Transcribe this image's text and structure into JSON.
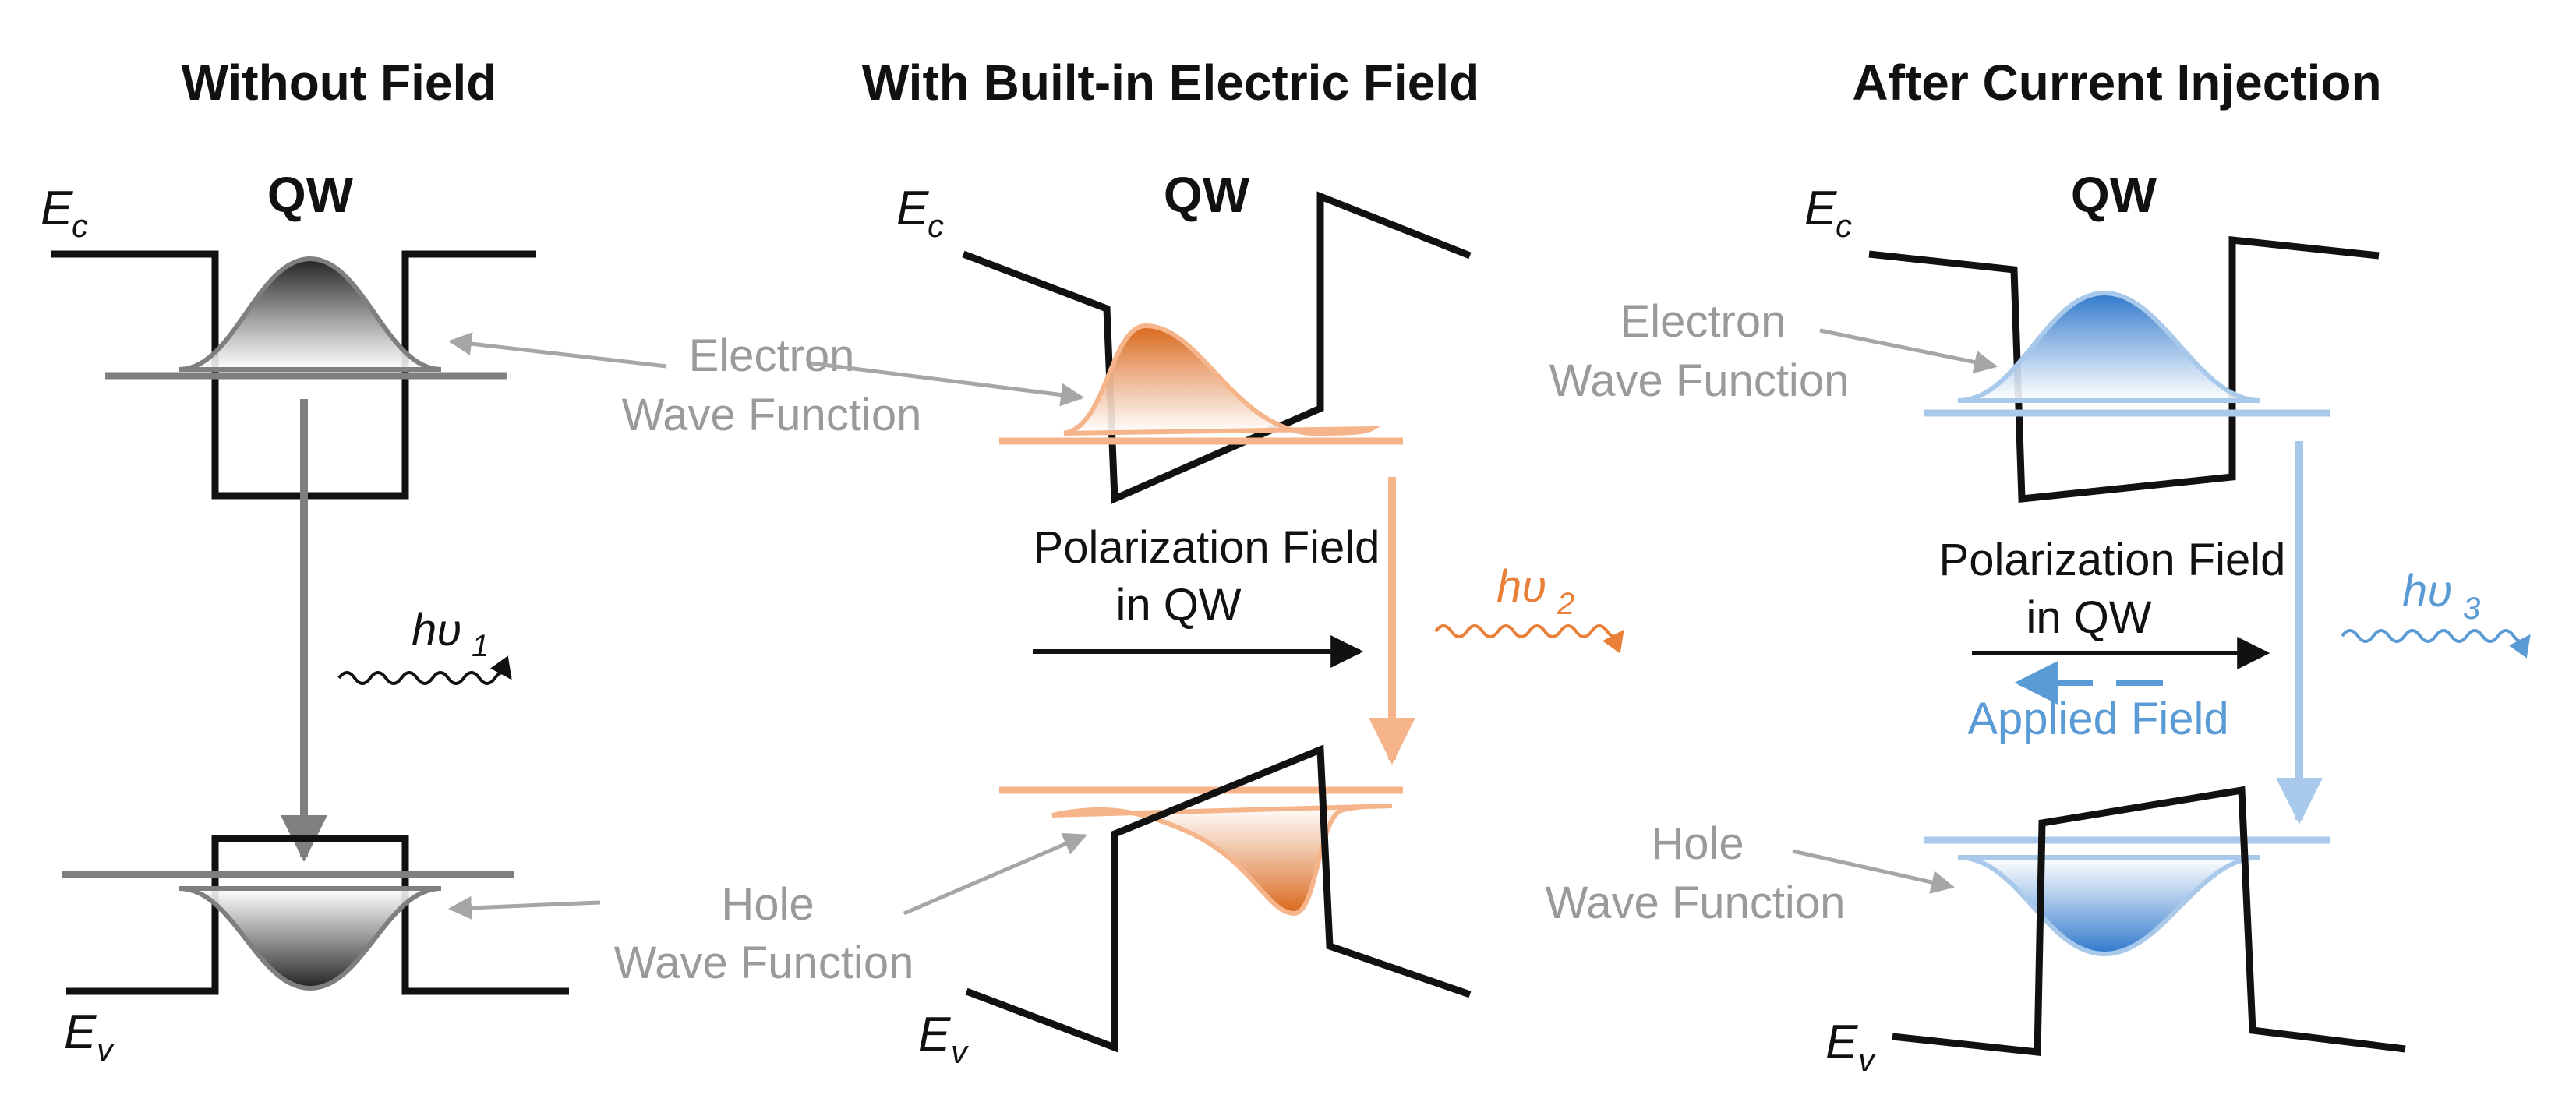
{
  "panels": [
    {
      "title": "Without Field",
      "qw_label": "QW",
      "ec_main": "E",
      "ec_sub": "c",
      "ev_main": "E",
      "ev_sub": "v",
      "photon_main": "hυ",
      "photon_sub": "1",
      "color": "#7f7f7f",
      "photon_color": "#111111"
    },
    {
      "title": "With Built-in Electric Field",
      "qw_label": "QW",
      "ec_main": "E",
      "ec_sub": "c",
      "ev_main": "E",
      "ev_sub": "v",
      "photon_main": "hυ",
      "photon_sub": "2",
      "field_line1": "Polarization  Field",
      "field_line2": "in QW",
      "color": "#e8803a",
      "photon_color": "#e8803a"
    },
    {
      "title": "After Current Injection",
      "qw_label": "QW",
      "ec_main": "E",
      "ec_sub": "c",
      "ev_main": "E",
      "ev_sub": "v",
      "photon_main": "hυ",
      "photon_sub": "3",
      "field_line1": "Polarization  Field",
      "field_line2": "in QW",
      "applied_label": "Applied  Field",
      "color": "#5b9bd5",
      "photon_color": "#5b9bd5"
    }
  ],
  "annotations": {
    "electron_line1": "Electron",
    "electron_line2": "Wave Function",
    "hole_line1": "Hole",
    "hole_line2": "Wave Function",
    "annotation_color": "#9a9a9a"
  },
  "colors": {
    "band_edge": "#111111",
    "gray_level": "#7f7f7f",
    "orange_level": "#f5b48a",
    "blue_level": "#a9c9ea",
    "orange_fill": "#e07b30",
    "blue_fill": "#3a7fcf",
    "applied_field": "#5b9bd5"
  }
}
